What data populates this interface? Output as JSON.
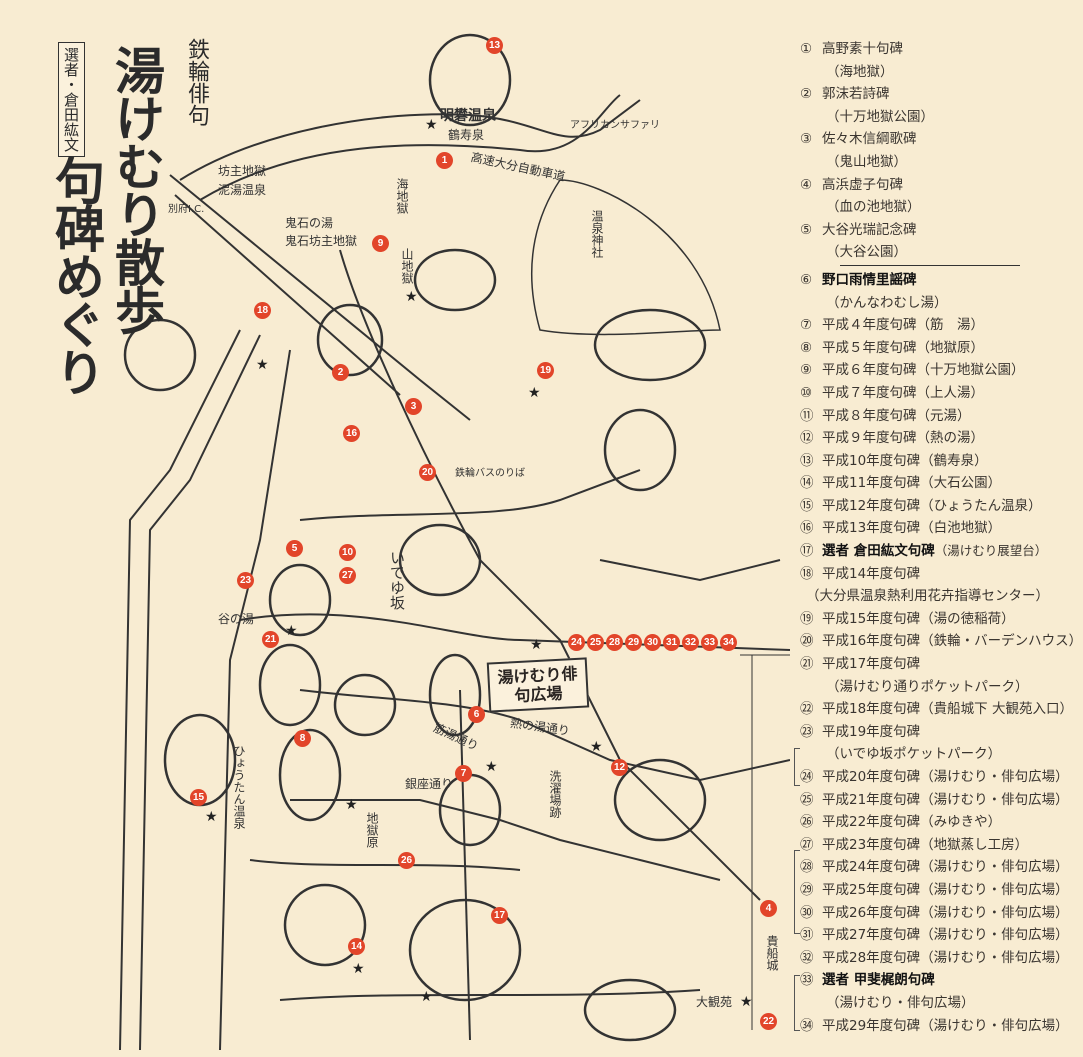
{
  "title": {
    "brand": "鉄輪俳句",
    "main": "湯けむり散歩",
    "sub": "句碑めぐり",
    "selector": "選者・倉田紘文"
  },
  "map": {
    "plaza": "湯けむり俳句広場",
    "labels": {
      "myoban": "明礬温泉",
      "kakuju": "鶴寿泉",
      "expressway": "高速大分自動車道",
      "umi": "海地獄",
      "oniishi": "鬼石坊主地獄",
      "oniishi_yu": "鬼石の湯",
      "bozu": "坊主地獄",
      "doro": "泥湯温泉",
      "ic": "別府I.C.",
      "yama": "山地獄",
      "safari": "アフリカンサファリ",
      "jinja": "温泉神社",
      "ginza": "銀座通り",
      "netsu": "熱の湯通り",
      "suji": "筋湯通り",
      "sentaku": "洗濯場跡",
      "ideyu": "いでゆ坂",
      "tani": "谷の湯",
      "hyoutan": "ひょうたん温泉",
      "kifune": "貴船城",
      "taikan": "大観苑",
      "jigokubara": "地獄原",
      "kannawa_bus": "鉄輪バスのりば"
    },
    "markers": [
      "1",
      "2",
      "3",
      "4",
      "5",
      "6",
      "7",
      "8",
      "9",
      "10",
      "12",
      "13",
      "14",
      "15",
      "16",
      "17",
      "18",
      "19",
      "20",
      "21",
      "22",
      "23",
      "26",
      "27"
    ],
    "marker_row": [
      "24",
      "25",
      "28",
      "29",
      "30",
      "31",
      "32",
      "33",
      "34"
    ]
  },
  "legend": [
    {
      "n": "①",
      "t": "高野素十句碑",
      "s": "（海地獄）"
    },
    {
      "n": "②",
      "t": "郭沫若詩碑",
      "s": "（十万地獄公園）"
    },
    {
      "n": "③",
      "t": "佐々木信綱歌碑",
      "s": "（鬼山地獄）"
    },
    {
      "n": "④",
      "t": "高浜虚子句碑",
      "s": "（血の池地獄）"
    },
    {
      "n": "⑤",
      "t": "大谷光瑞記念碑",
      "s": "（大谷公園）"
    },
    {
      "n": "⑥",
      "t": "野口雨情里謡碑",
      "s": "（かんなわむし湯）"
    },
    {
      "n": "⑦",
      "t": "平成４年度句碑（筋　湯）"
    },
    {
      "n": "⑧",
      "t": "平成５年度句碑（地獄原）"
    },
    {
      "n": "⑨",
      "t": "平成６年度句碑（十万地獄公園）"
    },
    {
      "n": "⑩",
      "t": "平成７年度句碑（上人湯）"
    },
    {
      "n": "⑪",
      "t": "平成８年度句碑（元湯）"
    },
    {
      "n": "⑫",
      "t": "平成９年度句碑（熱の湯）"
    },
    {
      "n": "⑬",
      "t": "平成10年度句碑（鶴寿泉）"
    },
    {
      "n": "⑭",
      "t": "平成11年度句碑（大石公園）"
    },
    {
      "n": "⑮",
      "t": "平成12年度句碑（ひょうたん温泉）"
    },
    {
      "n": "⑯",
      "t": "平成13年度句碑（白池地獄）"
    },
    {
      "n": "⑰",
      "t": "選者 倉田紘文句碑",
      "s": "（湯けむり展望台）"
    },
    {
      "n": "⑱",
      "t": "平成14年度句碑",
      "s": "（大分県温泉熱利用花卉指導センター）"
    },
    {
      "n": "⑲",
      "t": "平成15年度句碑（湯の徳稲荷）"
    },
    {
      "n": "⑳",
      "t": "平成16年度句碑（鉄輪・バーデンハウス）"
    },
    {
      "n": "㉑",
      "t": "平成17年度句碑",
      "s": "（湯けむり通りポケットパーク）"
    },
    {
      "n": "㉒",
      "t": "平成18年度句碑（貴船城下 大観苑入口）"
    },
    {
      "n": "㉓",
      "t": "平成19年度句碑",
      "s": "（いでゆ坂ポケットパーク）"
    },
    {
      "n": "㉔",
      "t": "平成20年度句碑（湯けむり・俳句広場）"
    },
    {
      "n": "㉕",
      "t": "平成21年度句碑（湯けむり・俳句広場）"
    },
    {
      "n": "㉖",
      "t": "平成22年度句碑（みゆきや）"
    },
    {
      "n": "㉗",
      "t": "平成23年度句碑（地獄蒸し工房）"
    },
    {
      "n": "㉘",
      "t": "平成24年度句碑（湯けむり・俳句広場）"
    },
    {
      "n": "㉙",
      "t": "平成25年度句碑（湯けむり・俳句広場）"
    },
    {
      "n": "㉚",
      "t": "平成26年度句碑（湯けむり・俳句広場）"
    },
    {
      "n": "㉛",
      "t": "平成27年度句碑（湯けむり・俳句広場）"
    },
    {
      "n": "㉜",
      "t": "平成28年度句碑（湯けむり・俳句広場）"
    },
    {
      "n": "㉝",
      "t": "選者 甲斐梶朗句碑",
      "s": "（湯けむり・俳句広場）"
    },
    {
      "n": "㉞",
      "t": "平成29年度句碑（湯けむり・俳句広場）"
    }
  ]
}
